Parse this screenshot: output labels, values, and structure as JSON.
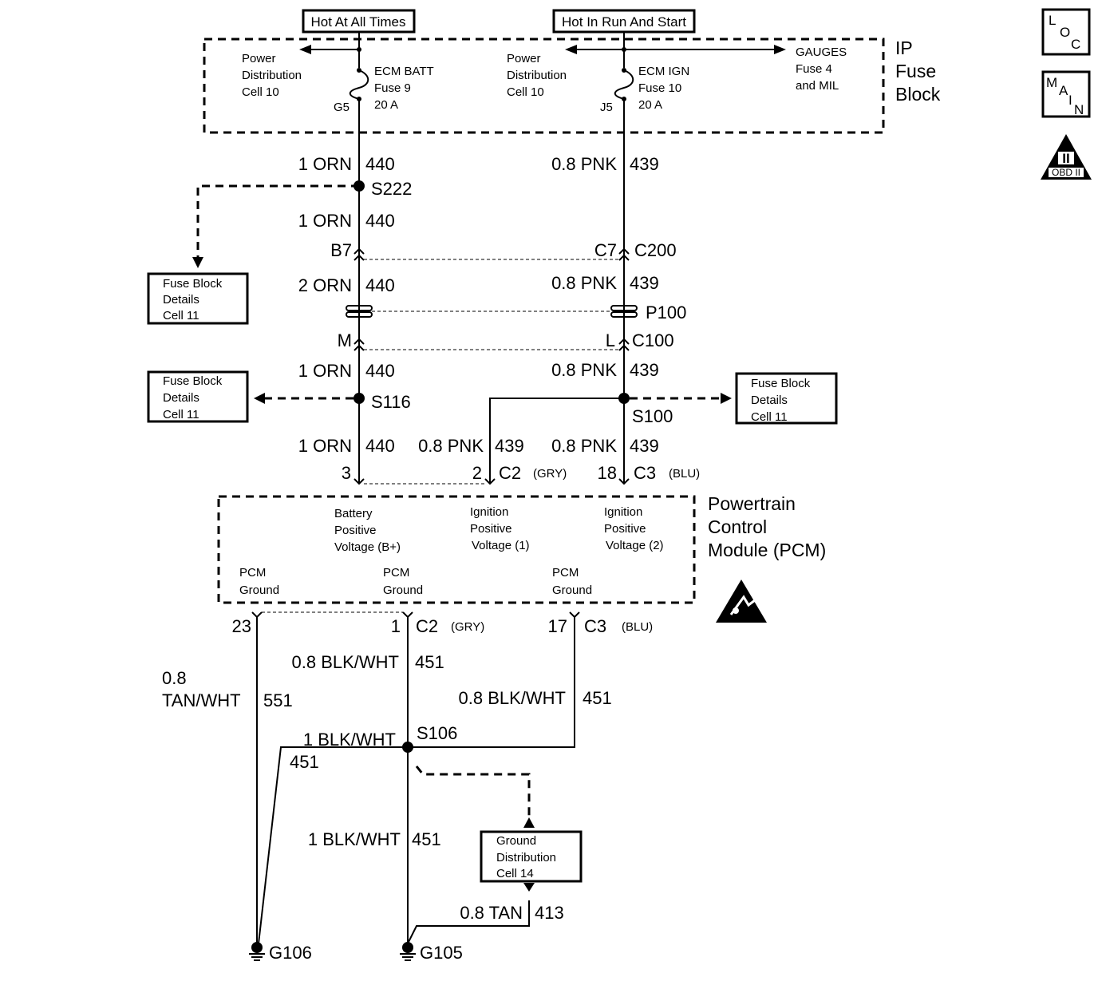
{
  "power": {
    "hot_all_times": "Hot At All Times",
    "hot_run_start": "Hot In Run And Start"
  },
  "fuse_block": {
    "title": [
      "IP",
      "Fuse",
      "Block"
    ],
    "pd_left": [
      "Power",
      "Distribution",
      "Cell 10"
    ],
    "pd_right": [
      "Power",
      "Distribution",
      "Cell 10"
    ],
    "fuse_left": [
      "ECM BATT",
      "Fuse 9",
      "20 A"
    ],
    "fuse_right": [
      "ECM IGN",
      "Fuse 10",
      "20 A"
    ],
    "gauges": [
      "GAUGES",
      "Fuse 4",
      "and MIL"
    ],
    "term_left": "G5",
    "term_right": "J5"
  },
  "icons": {
    "loc": [
      "L",
      "O",
      "C"
    ],
    "main": [
      "M",
      "A",
      "I",
      "N"
    ],
    "obd": "OBD II",
    "obd_num": "II"
  },
  "wires": {
    "orn1": "1 ORN",
    "orn2": "2 ORN",
    "c440": "440",
    "pnk": "0.8 PNK",
    "c439": "439",
    "blkwht08": "0.8 BLK/WHT",
    "blkwht1": "1 BLK/WHT",
    "c451": "451",
    "tanwht_a": "0.8",
    "tanwht_b": "TAN/WHT",
    "c551": "551",
    "tan": "0.8 TAN",
    "c413": "413"
  },
  "connectors": {
    "s222": "S222",
    "b7": "B7",
    "c7": "C7",
    "c200": "C200",
    "p100": "P100",
    "m": "M",
    "l": "L",
    "c100": "C100",
    "s116": "S116",
    "s100": "S100",
    "s106": "S106",
    "pin3": "3",
    "pin2": "2",
    "pin18": "18",
    "c2": "C2",
    "c3": "C3",
    "gry": "(GRY)",
    "blu": "(BLU)",
    "pin23": "23",
    "pin1": "1",
    "pin17": "17",
    "g106": "G106",
    "g105": "G105"
  },
  "refs": {
    "fuse_block_details": [
      "Fuse Block",
      "Details",
      "Cell 11"
    ],
    "ground_distribution": [
      "Ground",
      "Distribution",
      "Cell 14"
    ]
  },
  "pcm": {
    "title": [
      "Powertrain",
      "Control",
      "Module (PCM)"
    ],
    "bplus": [
      "Battery",
      "Positive",
      "Voltage (B+)"
    ],
    "ign1": [
      "Ignition",
      "Positive",
      "Voltage (1)"
    ],
    "ign2": [
      "Ignition",
      "Positive",
      "Voltage (2)"
    ],
    "ground": [
      "PCM",
      "Ground"
    ]
  }
}
